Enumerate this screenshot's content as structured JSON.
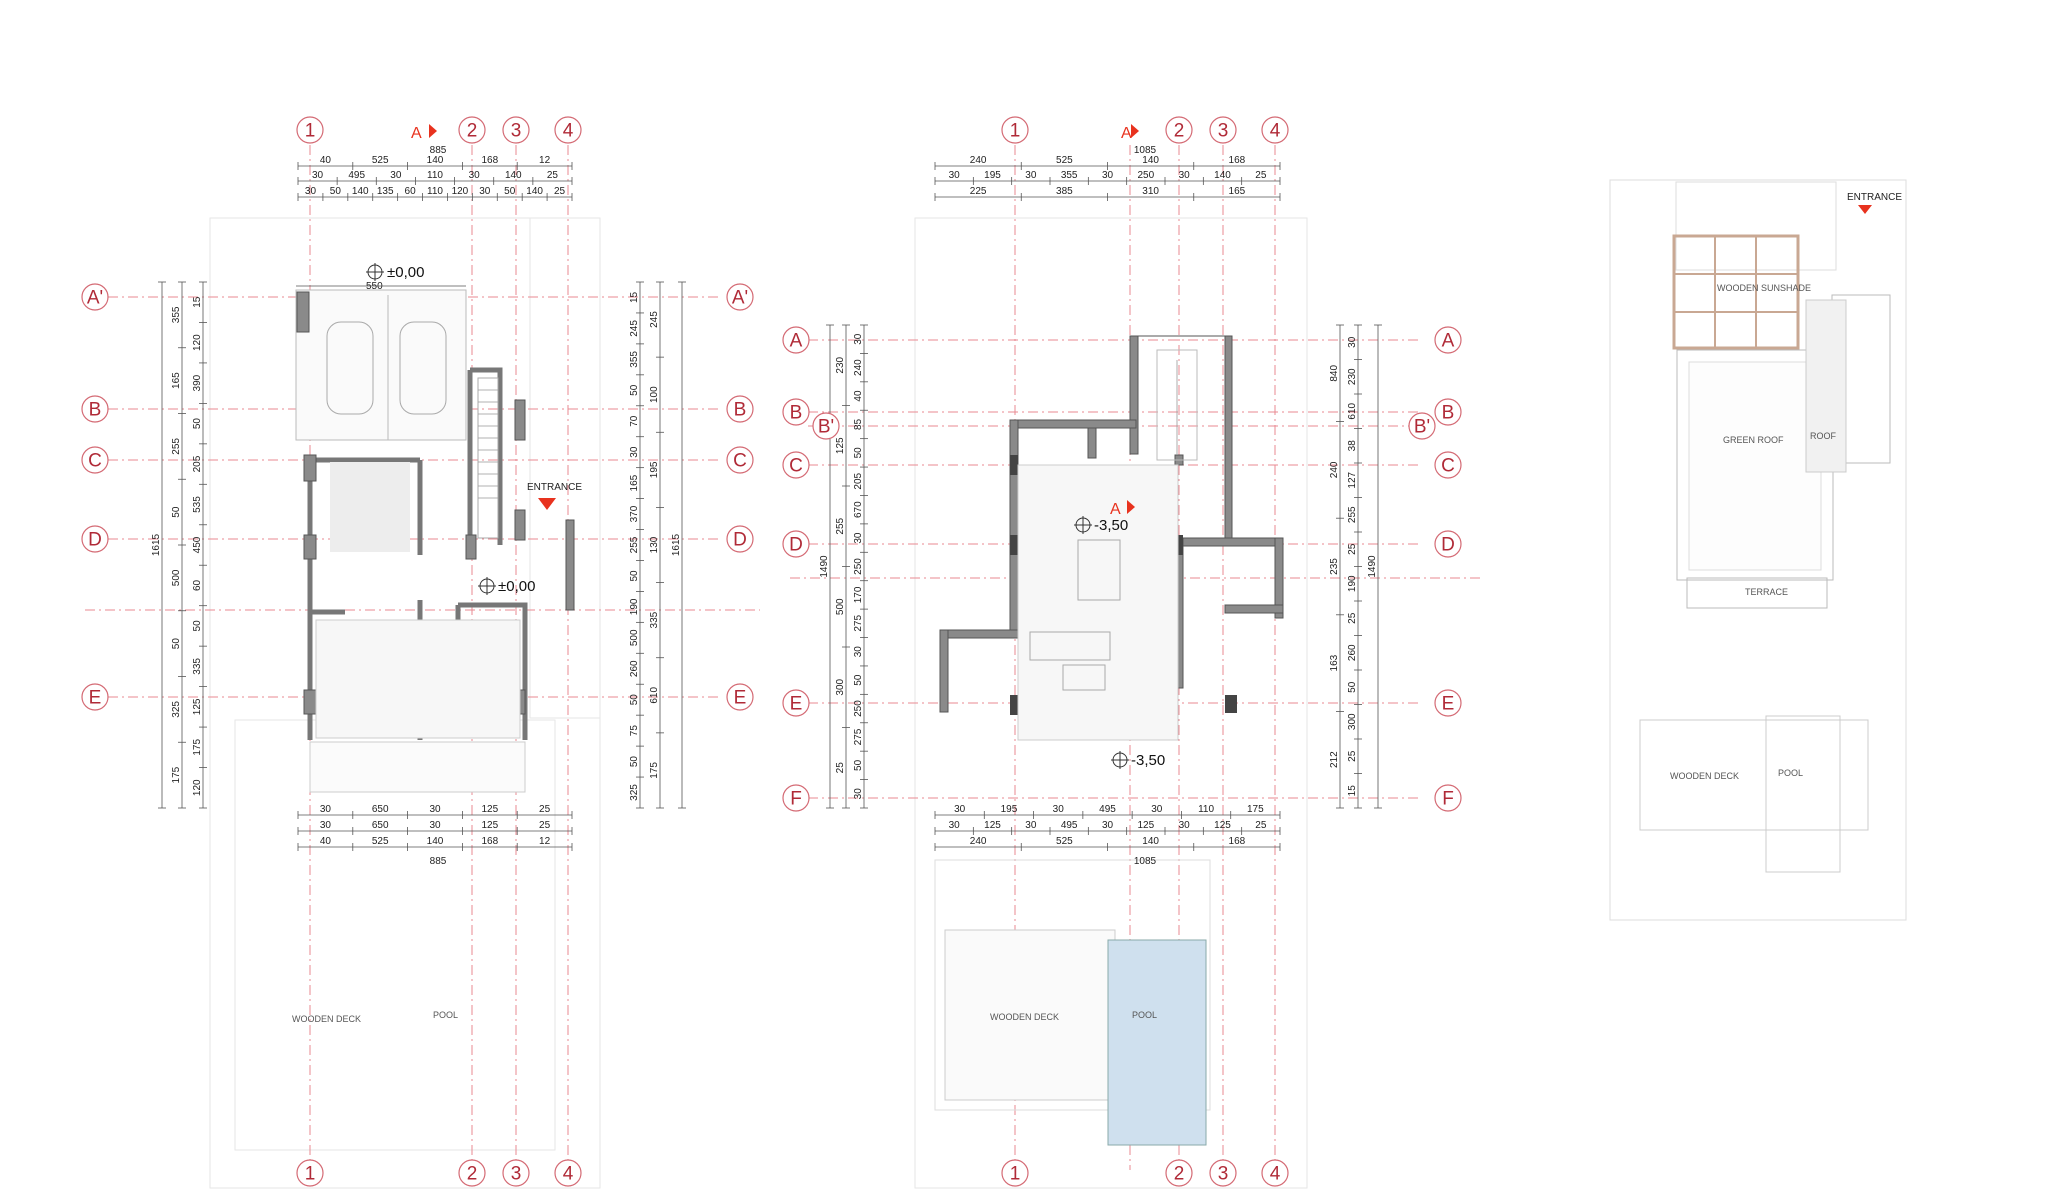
{
  "colors": {
    "grid_bubble": "#b02a37",
    "grid_line": "#e88a92",
    "wall": "#8a8a8a",
    "entrance_arrow": "#e8321e",
    "pool_fill": "#cfe0ee",
    "sunshade": "#c9a893"
  },
  "plan_ground": {
    "col_labels": [
      "1",
      "2",
      "3",
      "4"
    ],
    "row_labels": [
      "A'",
      "B",
      "C",
      "D",
      "E"
    ],
    "section_marker": "A",
    "top_dims": {
      "overall": "885",
      "row1": [
        "40",
        "525",
        "140",
        "168",
        "12"
      ],
      "row2": [
        "30",
        "495",
        "30",
        "110",
        "30",
        "140",
        "25"
      ],
      "row3": [
        "30",
        "50",
        "140",
        "135",
        "60",
        "110",
        "120",
        "30",
        "50",
        "140",
        "25"
      ]
    },
    "bottom_dims": {
      "row1": [
        "30",
        "650",
        "30",
        "125",
        "25"
      ],
      "row2": [
        "30",
        "650",
        "30",
        "125",
        "25"
      ],
      "row3": [
        "40",
        "525",
        "140",
        "168",
        "12"
      ],
      "overall": "885"
    },
    "left_dims": {
      "outer": [
        "1615"
      ],
      "mid": [
        "355",
        "165",
        "255",
        "50",
        "500",
        "50",
        "325",
        "175"
      ],
      "inner": [
        "15",
        "120",
        "390",
        "50",
        "205",
        "535",
        "450",
        "60",
        "50",
        "335",
        "125",
        "175",
        "120"
      ]
    },
    "right_dims": {
      "outer": [
        "1615"
      ],
      "mid": [
        "245",
        "100",
        "195",
        "130",
        "335",
        "610",
        "175"
      ],
      "inner": [
        "15",
        "245",
        "355",
        "50",
        "70",
        "30",
        "165",
        "370",
        "255",
        "50",
        "190",
        "500",
        "260",
        "50",
        "75",
        "50",
        "325"
      ]
    },
    "level_upper": "±0,00",
    "level_upper_width": "550",
    "level_main": "±0,00",
    "entrance": "ENTRANCE",
    "wooden_deck": "WOODEN DECK",
    "pool": "POOL"
  },
  "plan_lower": {
    "col_labels": [
      "1",
      "2",
      "3",
      "4"
    ],
    "row_labels": [
      "A",
      "B",
      "B'",
      "C",
      "D",
      "E",
      "F"
    ],
    "section_marker": "A",
    "top_dims": {
      "overall": "1085",
      "row1": [
        "240",
        "525",
        "140",
        "168"
      ],
      "row2": [
        "30",
        "195",
        "30",
        "355",
        "30",
        "250",
        "30",
        "140",
        "25"
      ],
      "row3": [
        "225",
        "385",
        "310",
        "165"
      ]
    },
    "bottom_dims": {
      "row1": [
        "30",
        "195",
        "30",
        "495",
        "30",
        "110",
        "175"
      ],
      "row2": [
        "30",
        "125",
        "30",
        "495",
        "30",
        "125",
        "30",
        "125",
        "25"
      ],
      "row3": [
        "240",
        "525",
        "140",
        "168"
      ],
      "overall": "1085"
    },
    "left_dims": {
      "outer": [
        "1490"
      ],
      "mid": [
        "230",
        "125",
        "255",
        "500",
        "300",
        "25"
      ],
      "inner": [
        "30",
        "240",
        "40",
        "85",
        "50",
        "205",
        "670",
        "30",
        "250",
        "170",
        "275",
        "30",
        "50",
        "250",
        "275",
        "50",
        "30"
      ]
    },
    "right_dims": {
      "outer": [
        "1490"
      ],
      "mid": [
        "840",
        "240",
        "235",
        "163",
        "212"
      ],
      "inner": [
        "30",
        "230",
        "610",
        "38",
        "127",
        "255",
        "25",
        "190",
        "25",
        "260",
        "50",
        "300",
        "25",
        "15"
      ]
    },
    "level_a": "-3,50",
    "level_b": "-3,50",
    "wooden_deck": "WOODEN DECK",
    "pool": "POOL"
  },
  "plan_roof": {
    "entrance": "ENTRANCE",
    "wooden_sunshade": "WOODEN SUNSHADE",
    "green_roof": "GREEN ROOF",
    "roof": "ROOF",
    "terrace": "TERRACE",
    "wooden_deck": "WOODEN DECK",
    "pool": "POOL"
  }
}
